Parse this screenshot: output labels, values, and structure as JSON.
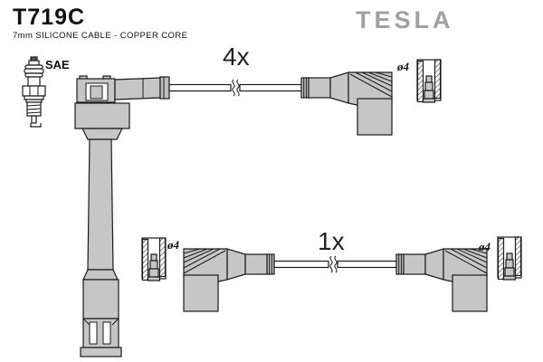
{
  "header": {
    "part_number": "T719C",
    "subtitle": "7mm SILICONE CABLE - COPPER CORE",
    "brand": "TESLA"
  },
  "annotations": {
    "spark_plug_standard": "SAE",
    "long_cable_quantity": "4x",
    "short_cable_quantity": "1x",
    "terminal_diameter_top": "ø4",
    "terminal_diameter_left": "ø4",
    "terminal_diameter_right": "ø4"
  },
  "colors": {
    "background": "#ffffff",
    "outline": "#1a1a1a",
    "part_fill": "#c6c6c6",
    "brand_gray": "#a0a0a0",
    "text": "#111111"
  }
}
